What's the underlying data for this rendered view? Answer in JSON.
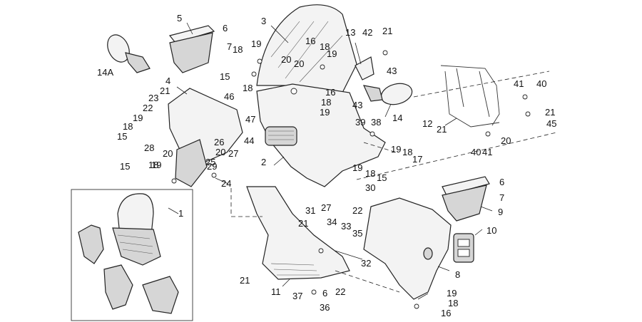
{
  "callouts": [
    {
      "text": "1"
    },
    {
      "text": "2"
    },
    {
      "text": "3"
    },
    {
      "text": "4"
    },
    {
      "text": "5"
    },
    {
      "text": "6"
    },
    {
      "text": "7"
    },
    {
      "text": "8"
    },
    {
      "text": "9"
    },
    {
      "text": "10"
    },
    {
      "text": "11"
    },
    {
      "text": "12"
    },
    {
      "text": "13"
    },
    {
      "text": "14"
    },
    {
      "text": "14A"
    },
    {
      "text": "15"
    },
    {
      "text": "15"
    },
    {
      "text": "15"
    },
    {
      "text": "15"
    },
    {
      "text": "16"
    },
    {
      "text": "16"
    },
    {
      "text": "16"
    },
    {
      "text": "17"
    },
    {
      "text": "18"
    },
    {
      "text": "18"
    },
    {
      "text": "18"
    },
    {
      "text": "18"
    },
    {
      "text": "18"
    },
    {
      "text": "18"
    },
    {
      "text": "18"
    },
    {
      "text": "18"
    },
    {
      "text": "18"
    },
    {
      "text": "19"
    },
    {
      "text": "19"
    },
    {
      "text": "19"
    },
    {
      "text": "19"
    },
    {
      "text": "19"
    },
    {
      "text": "19"
    },
    {
      "text": "19"
    },
    {
      "text": "19"
    },
    {
      "text": "20"
    },
    {
      "text": "20"
    },
    {
      "text": "20"
    },
    {
      "text": "20"
    },
    {
      "text": "20"
    },
    {
      "text": "21"
    },
    {
      "text": "21"
    },
    {
      "text": "21"
    },
    {
      "text": "21"
    },
    {
      "text": "21"
    },
    {
      "text": "21"
    },
    {
      "text": "22"
    },
    {
      "text": "22"
    },
    {
      "text": "22"
    },
    {
      "text": "23"
    },
    {
      "text": "24"
    },
    {
      "text": "25"
    },
    {
      "text": "26"
    },
    {
      "text": "27"
    },
    {
      "text": "27"
    },
    {
      "text": "28"
    },
    {
      "text": "29"
    },
    {
      "text": "30"
    },
    {
      "text": "31"
    },
    {
      "text": "32"
    },
    {
      "text": "33"
    },
    {
      "text": "34"
    },
    {
      "text": "35"
    },
    {
      "text": "36"
    },
    {
      "text": "37"
    },
    {
      "text": "38"
    },
    {
      "text": "39"
    },
    {
      "text": "40"
    },
    {
      "text": "40"
    },
    {
      "text": "41"
    },
    {
      "text": "41"
    },
    {
      "text": "42"
    },
    {
      "text": "43"
    },
    {
      "text": "43"
    },
    {
      "text": "44"
    },
    {
      "text": "45"
    },
    {
      "text": "46"
    },
    {
      "text": "47"
    },
    {
      "text": "6"
    },
    {
      "text": "6"
    },
    {
      "text": "7"
    }
  ]
}
